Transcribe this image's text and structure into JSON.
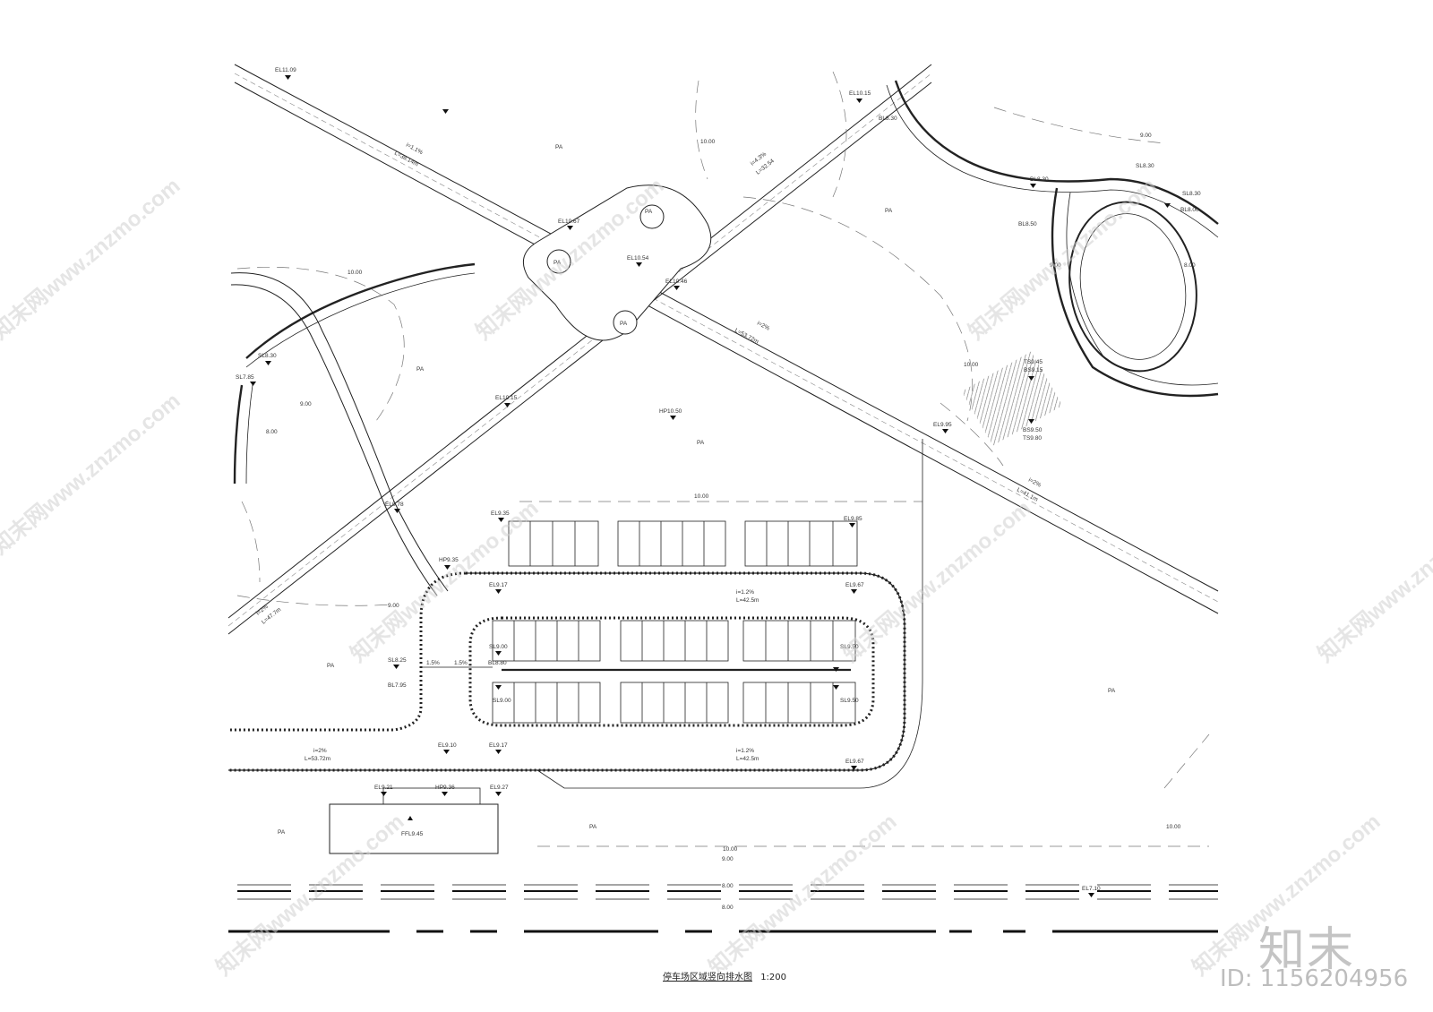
{
  "drawing": {
    "title": "停车场区域竖向排水图",
    "scale": "1:200"
  },
  "watermark": {
    "text": "知末网www.znzmo.com",
    "logo": "知末",
    "id": "ID: 1156204956"
  },
  "labels": {
    "PA": "PA",
    "contour_10": "10.00",
    "contour_9": "9.00",
    "contour_8": "8.00",
    "el_11_09": "EL11.09",
    "el_10_67": "EL10.67",
    "el_10_54": "EL10.54",
    "el_10_46": "EL10.46",
    "el_10_15": "EL10.15",
    "el_9_95": "EL9.95",
    "el_9_78": "EL9.78",
    "el_9_35": "EL9.35",
    "el_9_85": "EL9.85",
    "el_9_17": "EL9.17",
    "el_9_67": "EL9.67",
    "el_9_10": "EL9.10",
    "el_9_21": "EL9.21",
    "el_9_27": "EL9.27",
    "el_7_10": "EL7.10",
    "hp_10_50": "HP10.50",
    "hp_9_35": "HP9.35",
    "hp_9_36": "HP9.36",
    "ffl_9_45": "FFL9.45",
    "sl_8_30": "SL8.30",
    "sl_8_25": "SL8.25",
    "sl_7_85": "SL7.85",
    "sl_9_00": "SL9.00",
    "sl_9_50": "SL9.50",
    "bl_8_00": "BL8.00",
    "bl_8_30": "BL8.30",
    "bl_8_50": "BL8.50",
    "bl_7_95": "BL7.95",
    "bl_8_80": "BL8.80",
    "ts_9_45": "TS9.45",
    "bs_9_15": "BS9.15",
    "bs_9_50": "BS9.50",
    "ts_9_80": "TS9.80",
    "slope_1_1": "i=1.1%",
    "len_38": "L=38.14m",
    "slope_2": "i=2%",
    "len_53": "L=53.72m",
    "len_41": "L=41.1m",
    "slope_1_2": "i=1.2%",
    "len_42": "L=42.5m",
    "slope_1_5": "1.5%",
    "slope_2_b": "i=2%",
    "len_47": "L=47.7m",
    "len_51": "L=53.72m",
    "slope_4": "i=4.3%",
    "len_32": "L=32.54"
  }
}
